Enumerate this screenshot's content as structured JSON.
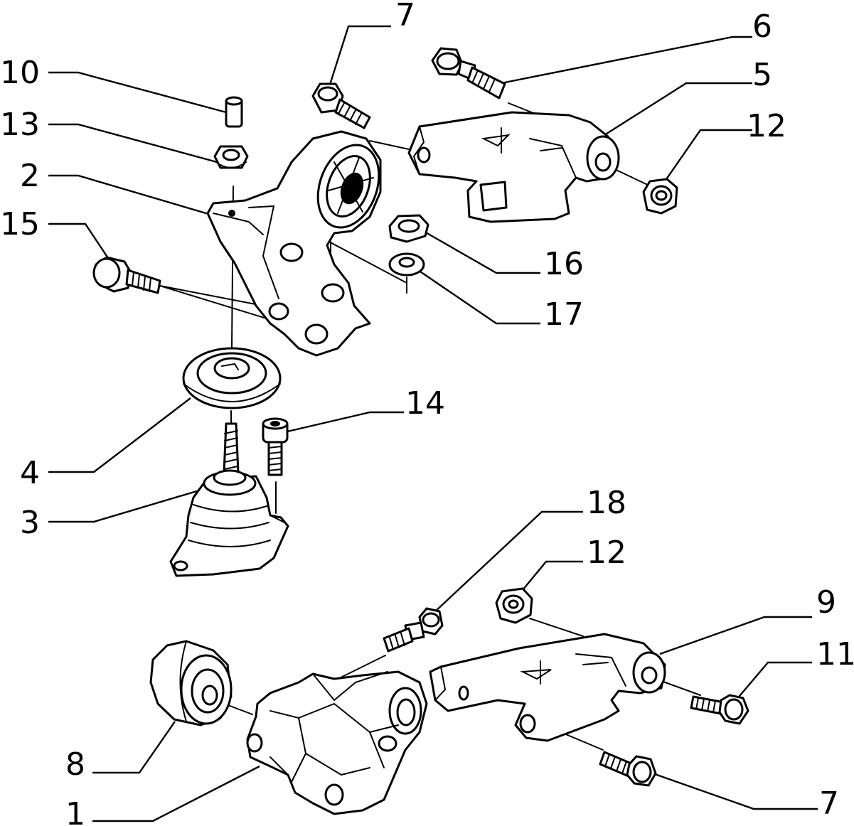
{
  "diagram": {
    "labels": [
      "10",
      "13",
      "2",
      "15",
      "4",
      "3",
      "7",
      "6",
      "5",
      "12",
      "16",
      "17",
      "14",
      "18",
      "12",
      "9",
      "11",
      "8",
      "1",
      "7"
    ],
    "parts": [
      "part-1-engine-bracket",
      "part-2-upper-mount-bracket",
      "part-3-rubber-mount",
      "part-4-washer-plate",
      "part-5-torque-arm",
      "part-6-bolt",
      "part-7-bolt",
      "part-8-bush",
      "part-9-torque-arm",
      "part-10-sleeve",
      "part-11-bolt",
      "part-12-nut",
      "part-13-nut",
      "part-14-screw",
      "part-15-bolt",
      "part-16-nut",
      "part-17-washer",
      "part-18-stud"
    ]
  }
}
